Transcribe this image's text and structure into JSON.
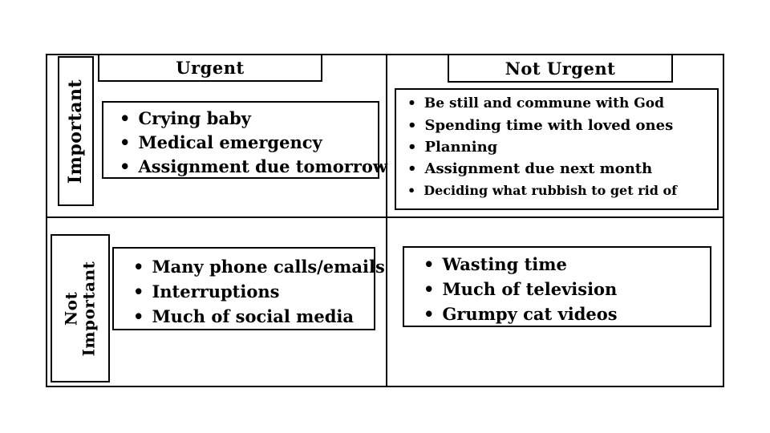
{
  "matrix": {
    "bullet": "•",
    "column_headers": {
      "urgent": "Urgent",
      "not_urgent": "Not Urgent"
    },
    "row_labels": {
      "important": "Important",
      "not_important_line1": "Not",
      "not_important_line2": "Important"
    },
    "quadrants": {
      "important_urgent": {
        "items": [
          "Crying baby",
          "Medical emergency",
          "Assignment due tomorrow"
        ]
      },
      "important_not_urgent": {
        "items": [
          "Be still and commune with God",
          "Spending time with loved ones",
          "Planning",
          "Assignment due next month",
          "Deciding what rubbish to get rid of"
        ]
      },
      "not_important_urgent": {
        "items": [
          "Many phone calls/emails",
          "Interruptions",
          "Much of social media"
        ]
      },
      "not_important_not_urgent": {
        "items": [
          "Wasting time",
          "Much of television",
          "Grumpy cat videos"
        ]
      }
    },
    "colors": {
      "border": "#000000",
      "text": "#000000",
      "background": "#ffffff"
    }
  }
}
